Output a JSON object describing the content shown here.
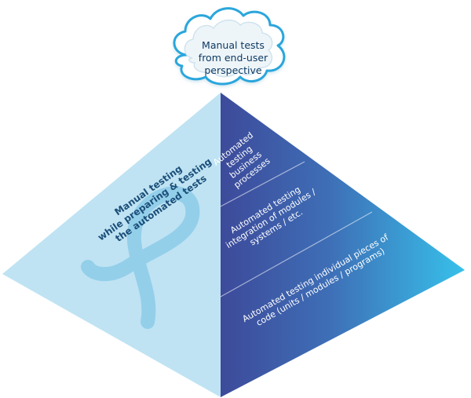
{
  "cloud": {
    "text": "Manual tests\nfrom end-user\nperspective"
  },
  "left_face": {
    "text": "Manual testing\nwhile preparing & testing\nthe automated tests",
    "icon": "loop-ribbon-icon"
  },
  "right_face": {
    "levels": [
      {
        "text": "Automated\ntesting\nbusiness\nprocesses"
      },
      {
        "text": "Automated testing\nintegration of modules /\nsystems / etc."
      },
      {
        "text": "Automated testing individual pieces of\ncode (units / modules / programs)"
      }
    ]
  },
  "colors": {
    "left_face": "#bfe3f3",
    "right_face_dark": "#3f4e9e",
    "right_face_light": "#37bde7",
    "cloud_stroke": "#2aa6dc",
    "ribbon": "#8fcce9"
  }
}
